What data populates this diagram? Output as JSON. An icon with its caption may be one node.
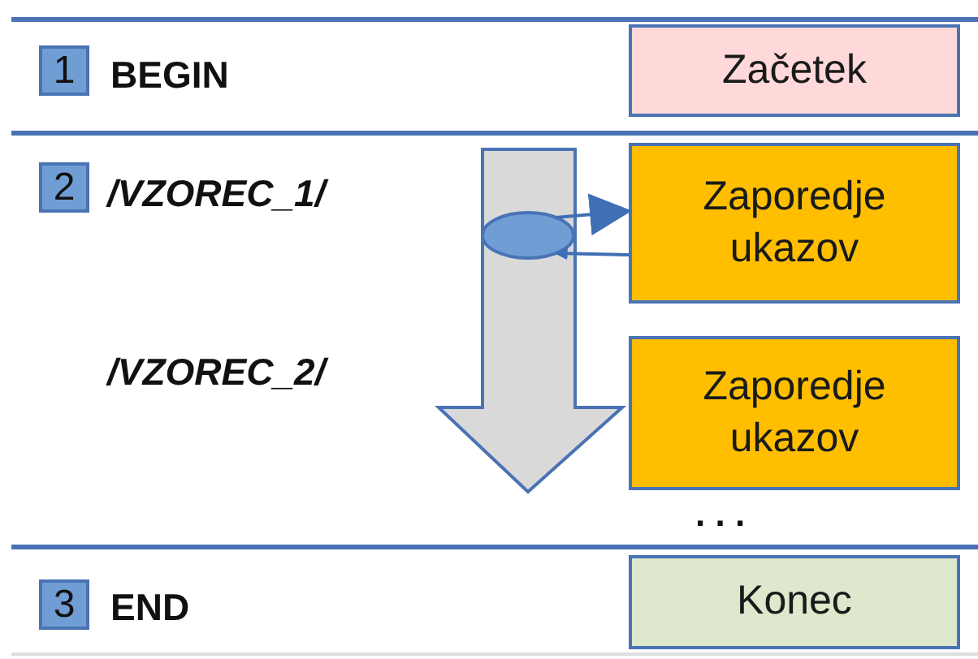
{
  "diagram": {
    "nodes": [
      {
        "text": [
          "Začetek"
        ]
      },
      {
        "text": [
          "Zaporedje ukazov"
        ]
      },
      {
        "text": [
          "Zaporedje ukazov"
        ]
      },
      {
        "text": [
          "Konec"
        ]
      },
      {
        "text": [],
        "shape": "ellipse"
      }
    ],
    "edges": [
      {
        "from": 4,
        "to": 1,
        "arrow": "to"
      },
      {
        "from": 1,
        "to": 4,
        "arrow": "to"
      }
    ],
    "labels": [
      "1",
      "BEGIN",
      "2",
      "/VZOREC_1/",
      "/VZOREC_2/",
      ". . .",
      "3",
      "END"
    ]
  }
}
